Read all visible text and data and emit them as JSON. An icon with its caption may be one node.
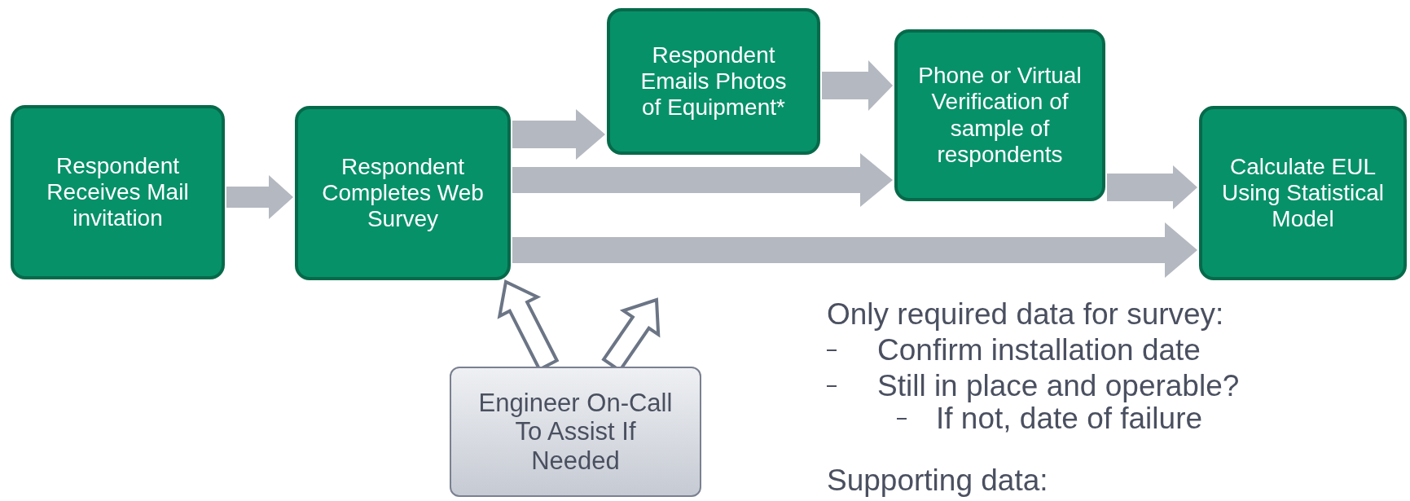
{
  "diagram": {
    "nodes": [
      {
        "text": [
          "Respondent Receives Mail invitation"
        ]
      },
      {
        "text": [
          "Respondent Completes Web Survey"
        ]
      },
      {
        "text": [
          "Respondent Emails Photos of Equipment*"
        ]
      },
      {
        "text": [
          "Phone or Virtual Verification of sample of respondents"
        ]
      },
      {
        "text": [
          "Calculate EUL Using Statistical Model"
        ]
      },
      {
        "text": [
          "Engineer On-Call To Assist If Needed"
        ]
      }
    ],
    "edges": [
      {
        "from": 0,
        "to": 1,
        "arrow": "to"
      },
      {
        "from": 1,
        "to": 2,
        "arrow": "to"
      },
      {
        "from": 2,
        "to": 3,
        "arrow": "to"
      },
      {
        "from": 1,
        "to": 3,
        "arrow": "to"
      },
      {
        "from": 3,
        "to": 4,
        "arrow": "to"
      },
      {
        "from": 1,
        "to": 4,
        "arrow": "to"
      },
      {
        "from": 5,
        "to": 1,
        "arrow": "to",
        "color": "#6b7585"
      },
      {
        "from": 5,
        "to": null,
        "arrow": "to",
        "color": "#6b7585"
      }
    ],
    "labels": [
      "Only required data for survey:",
      "Confirm installation date",
      "Still in place and operable?",
      "If not, date of failure",
      "Supporting data:"
    ]
  }
}
